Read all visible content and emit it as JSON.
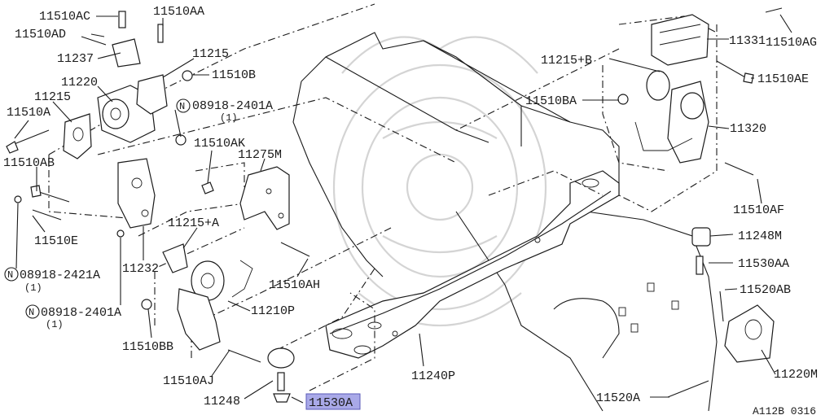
{
  "diagram": {
    "reference_code": "A112B 0316",
    "highlighted_part": "11530A",
    "highlight_color": "#a9a9e8",
    "labels": {
      "p11510AC": "11510AC",
      "p11510AA": "11510AA",
      "p11510AD": "11510AD",
      "p11237": "11237",
      "p11215_top": "11215",
      "p11510B": "11510B",
      "p11220": "11220",
      "p11215_left": "11215",
      "p11510A": "11510A",
      "p08918_2401A_top": "08918-2401A",
      "p08918_2401A_top_qty": "(1)",
      "p11510AK": "11510AK",
      "p11275M": "11275M",
      "p11510AB": "11510AB",
      "p11510E": "11510E",
      "p11215A": "11215+A",
      "p08918_2421A": "08918-2421A",
      "p08918_2421A_qty": "(1)",
      "p11232": "11232",
      "p11510AH": "11510AH",
      "p11210P": "11210P",
      "p08918_2401A_bot": "08918-2401A",
      "p08918_2401A_bot_qty": "(1)",
      "p11510BB": "11510BB",
      "p11510AJ": "11510AJ",
      "p11248": "11248",
      "p11530A": "11530A",
      "p11240P": "11240P",
      "p11510AG": "11510AG",
      "p11331": "11331",
      "p11215B": "11215+B",
      "p11510AE": "11510AE",
      "p11510BA": "11510BA",
      "p11320": "11320",
      "p11510AF": "11510AF",
      "p11248M": "11248M",
      "p11530AA": "11530AA",
      "p11520AB": "11520AB",
      "p11220M": "11220M",
      "p11520A": "11520A"
    }
  }
}
